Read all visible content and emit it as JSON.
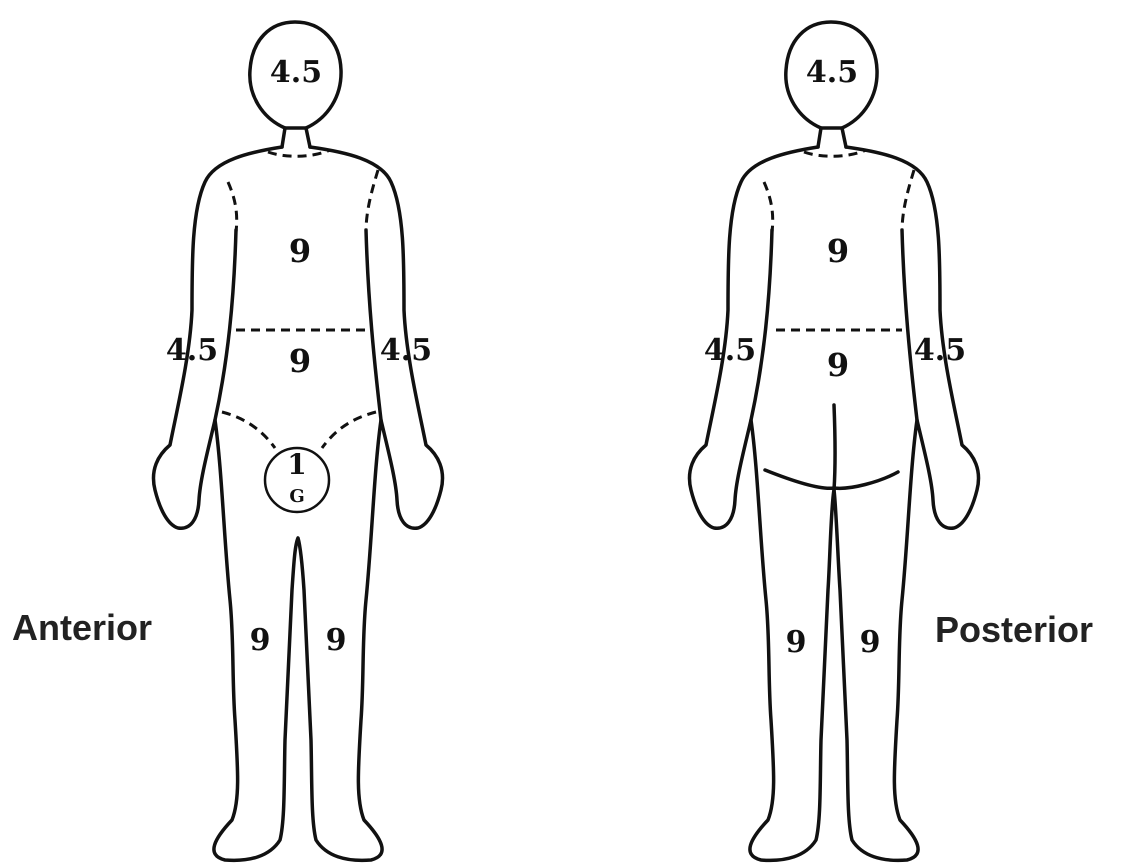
{
  "views": {
    "anterior": {
      "label": "Anterior",
      "head": "4.5",
      "chest": "9",
      "abdomen": "9",
      "arm_left": "4.5",
      "arm_right": "4.5",
      "genitals_value": "1",
      "genitals_symbol": "G",
      "leg_left": "9",
      "leg_right": "9"
    },
    "posterior": {
      "label": "Posterior",
      "head": "4.5",
      "upper_back": "9",
      "lower_back": "9",
      "arm_left": "4.5",
      "arm_right": "4.5",
      "leg_left": "9",
      "leg_right": "9"
    }
  }
}
